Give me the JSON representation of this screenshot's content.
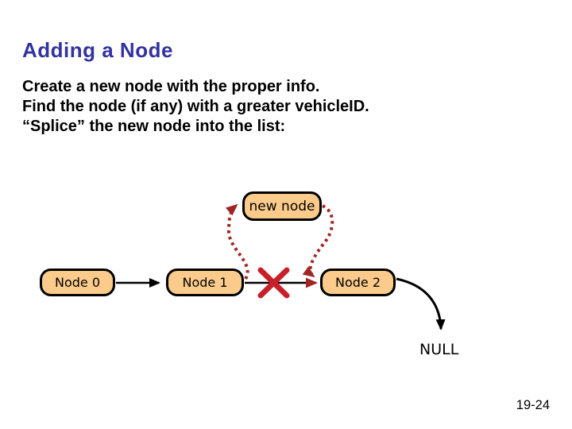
{
  "slide": {
    "title": "Adding a Node",
    "body_lines": [
      "Create a new node with the proper info.",
      "Find the node (if any) with a greater vehicleID.",
      "“Splice” the new node into the list:"
    ],
    "page_number": "19-24"
  },
  "diagram": {
    "new_node_label": "new node",
    "nodes": [
      "Node 0",
      "Node 1",
      "Node 2"
    ],
    "null_label": "NULL",
    "colors": {
      "background": "#FFFFFF",
      "title_text": "#3333A0",
      "body_text": "#000000",
      "node_fill": "#FBCB8B",
      "node_border": "#000000",
      "link_arrow": "#000000",
      "splice_arrow": "#9F2624",
      "x_mark": "#C8202B"
    }
  }
}
